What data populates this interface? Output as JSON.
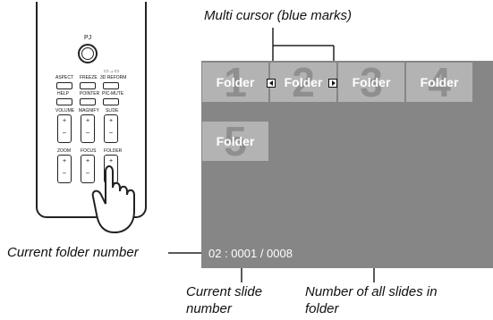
{
  "callouts": {
    "multi_cursor": "Multi cursor (blue marks)",
    "current_folder_number": "Current folder number",
    "current_slide_line1": "Current slide",
    "current_slide_line2": "number",
    "all_slides_line1": "Number of all slides in",
    "all_slides_line2": "folder"
  },
  "screen": {
    "folders": [
      {
        "number": "1",
        "label": "Folder"
      },
      {
        "number": "2",
        "label": "Folder"
      },
      {
        "number": "3",
        "label": "Folder"
      },
      {
        "number": "4",
        "label": "Folder"
      },
      {
        "number": "5",
        "label": "Folder"
      }
    ],
    "status_text": "02 : 0001 / 0008"
  },
  "remote": {
    "pj": "PJ",
    "swap_symbol": "▭→▭",
    "row1": [
      "ASPECT",
      "FREEZE",
      "3D REFORM"
    ],
    "row2": [
      "HELP",
      "POINTER",
      "PIC-MUTE"
    ],
    "row3": [
      "VOLUME",
      "MAGNIFY",
      "SLIDE"
    ],
    "row4": [
      "ZOOM",
      "FOCUS",
      "FOLDER"
    ]
  },
  "colors": {
    "screen_bg": "#868686",
    "tile_bg": "#b3b3b3",
    "tile_number": "#8f8f8f"
  }
}
